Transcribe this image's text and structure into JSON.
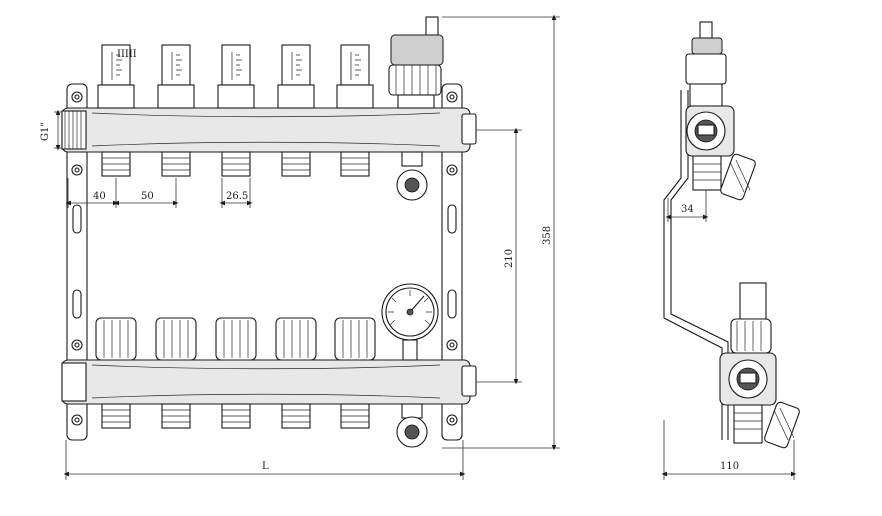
{
  "dimensions": {
    "thread": "G1\"",
    "spacing_first": "40",
    "spacing_pitch": "50",
    "nut_width": "26.5",
    "axis_distance": "210",
    "total_height": "358",
    "length": "L",
    "side_offset": "34",
    "side_depth": "110"
  },
  "flowmeter_count": 5,
  "colors": {
    "line": "#1a1a1a",
    "fill_light": "#e8e8e8",
    "fill_mid": "#cfcfcf"
  }
}
